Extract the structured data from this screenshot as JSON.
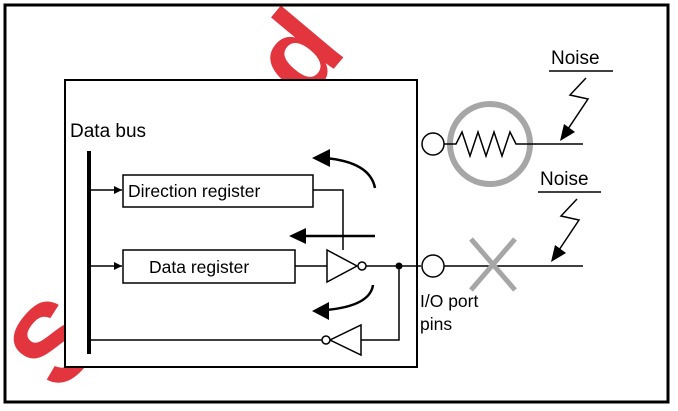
{
  "diagram": {
    "labels": {
      "data_bus": "Data bus",
      "direction_register": "Direction register",
      "data_register": "Data register",
      "noise_top": "Noise",
      "noise_bottom": "Noise",
      "io_port_line1": "I/O port",
      "io_port_line2": "pins"
    },
    "watermark": {
      "text": "Sourced",
      "color": "#e0202a"
    },
    "colors": {
      "line": "#000000",
      "highlight_circle": "#a6a6a6",
      "blocked_cross": "#a6a6a6",
      "background": "#ffffff"
    }
  }
}
